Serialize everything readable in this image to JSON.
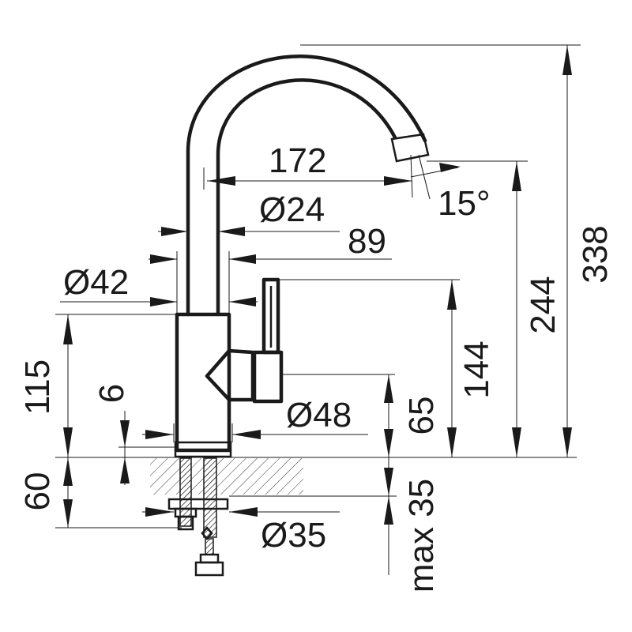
{
  "dimensions": {
    "d172": "172",
    "d24": "Ø24",
    "d89": "89",
    "d42": "Ø42",
    "d15": "15°",
    "d338": "338",
    "d244": "244",
    "d144": "144",
    "d115": "115",
    "d6": "6",
    "d65": "65",
    "d48": "Ø48",
    "d60": "60",
    "d35max": "max 35",
    "d35": "Ø35"
  }
}
